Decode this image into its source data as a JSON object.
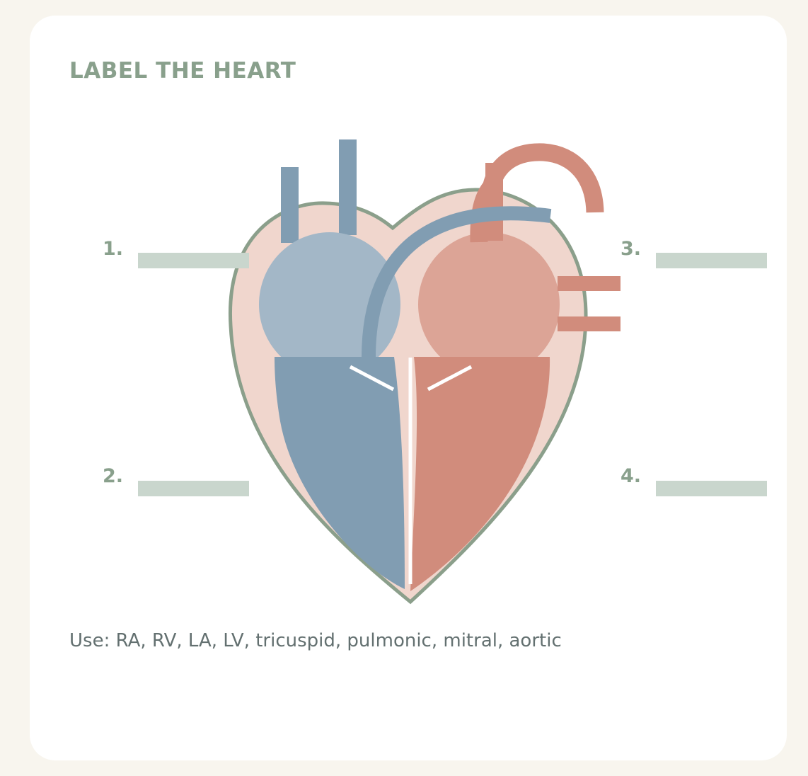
{
  "title": "LABEL THE HEART",
  "labels": [
    {
      "number": "1."
    },
    {
      "number": "2."
    },
    {
      "number": "3."
    },
    {
      "number": "4."
    }
  ],
  "instructions": "Use: RA, RV, LA, LV, tricuspid, pulmonic, mitral, aortic",
  "colors": {
    "background": "#f8f5ee",
    "card": "#ffffff",
    "accent_green": "#89a08c",
    "blank_line": "#c9d6cd",
    "heart_fill": "#f0d6cd",
    "heart_outline": "#8b9f8b",
    "deoxygenated": "#819db2",
    "right_atrium": "#a3b7c7",
    "oxygenated": "#d18c7c",
    "left_atrium": "#dca496",
    "valve": "#ffffff"
  }
}
